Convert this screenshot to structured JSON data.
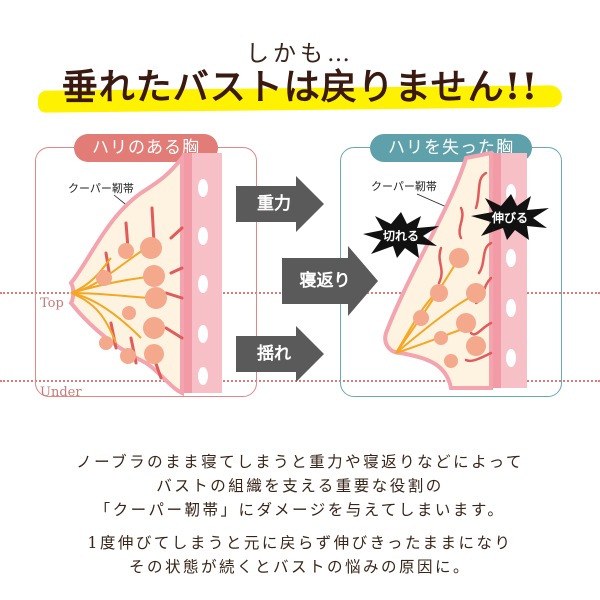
{
  "header": {
    "subtitle": "しかも…",
    "title": "垂れたバストは戻りません!!",
    "highlight_color": "#fff200"
  },
  "panels": {
    "left": {
      "tab_label": "ハリのある胸",
      "ligament_label": "クーパー靭帯",
      "accent_color": "#e17c76"
    },
    "right": {
      "tab_label": "ハリを失った胸",
      "ligament_label": "クーパー靭帯",
      "accent_color": "#5ea1ab",
      "bursts": [
        "切れる",
        "伸びる"
      ]
    }
  },
  "guides": {
    "top_label": "Top",
    "under_label": "Under"
  },
  "arrows": [
    {
      "label": "重力"
    },
    {
      "label": "寝返り"
    },
    {
      "label": "揺れ"
    }
  ],
  "body": {
    "paragraph1": [
      "ノーブラのまま寝てしまうと重力や寝返りなどによって",
      "バストの組織を支える重要な役割の",
      "「クーパー靭帯」にダメージを与えてしまいます。"
    ],
    "paragraph2": [
      "1度伸びてしまうと元に戻らず伸びきったままになり",
      "その状態が続くとバストの悩みの原因に。"
    ]
  }
}
